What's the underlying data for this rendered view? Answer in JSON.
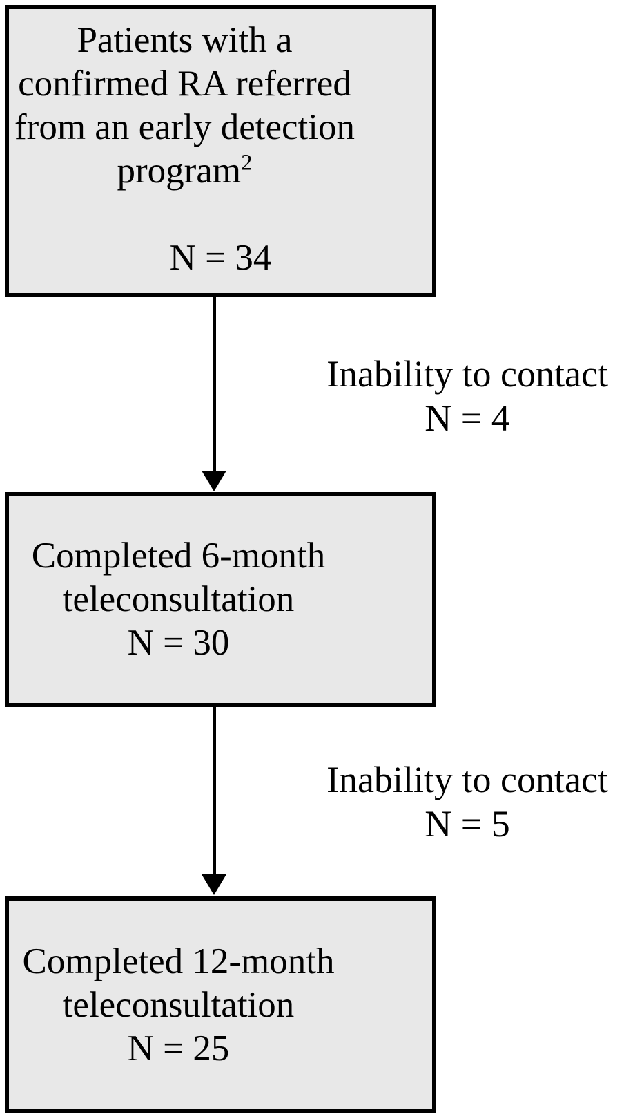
{
  "flow": {
    "boxes": [
      {
        "name": "enrollment",
        "lines": [
          "Patients with a",
          "confirmed RA referred",
          "from an early detection"
        ],
        "sup_line": {
          "base": "program",
          "sup": "2"
        },
        "n_label": "N = 34"
      },
      {
        "name": "six-month-followup",
        "lines": [
          "Completed 6-month",
          "teleconsultation"
        ],
        "n_label": "N = 30"
      },
      {
        "name": "twelve-month-followup",
        "lines": [
          "Completed 12-month",
          "teleconsultation"
        ],
        "n_label": "N = 25"
      }
    ],
    "dropouts": [
      {
        "reason": "Inability to contact",
        "n_label": "N = 4"
      },
      {
        "reason": "Inability to contact",
        "n_label": "N = 5"
      }
    ]
  },
  "colors": {
    "background": "#ffffff",
    "box_fill": "#e8e8e8",
    "box_border": "#000000",
    "text": "#000000",
    "arrow": "#000000"
  }
}
